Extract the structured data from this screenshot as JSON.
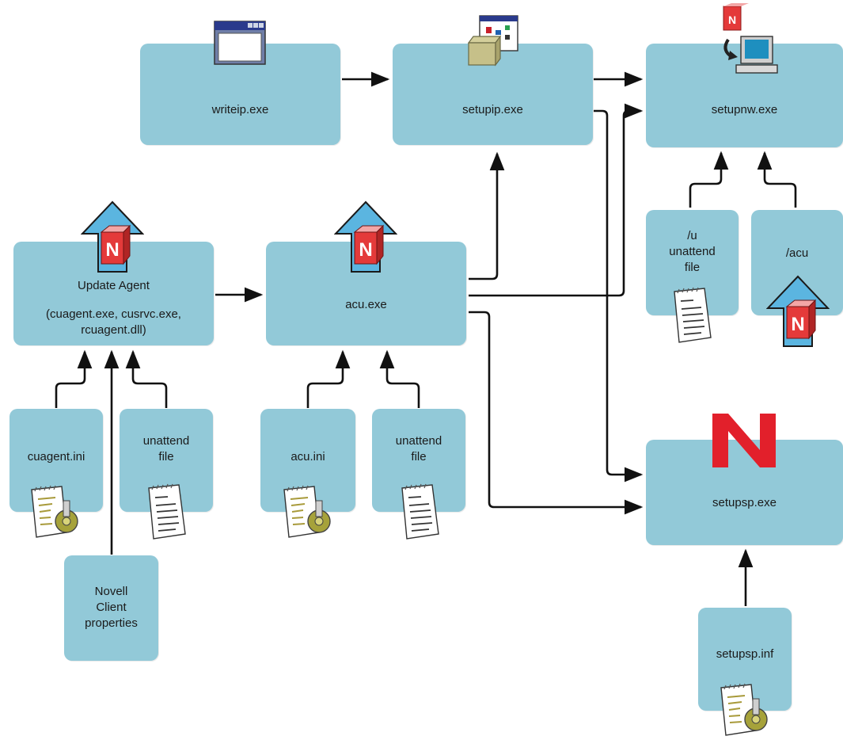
{
  "nodes": {
    "writeip": "writeip.exe",
    "setupip": "setupip.exe",
    "setupnw": "setupnw.exe",
    "update_agent_title": "Update Agent",
    "update_agent_files": "(cuagent.exe, cusrvc.exe,\nrcuagent.dll)",
    "acu": "acu.exe",
    "u_unattend": "/u\nunattend\nfile",
    "acu_switch": "/acu",
    "cuagent_ini": "cuagent.ini",
    "unattend_file_1": "unattend\nfile",
    "acu_ini": "acu.ini",
    "unattend_file_2": "unattend\nfile",
    "novell_client": "Novell\nClient\nproperties",
    "setupsp": "setupsp.exe",
    "setupsp_inf": "setupsp.inf"
  },
  "colors": {
    "node_fill": "#92c9d8",
    "arrow": "#111111",
    "novell_red": "#e2202b",
    "upload_blue": "#5bb5e0"
  },
  "icons": {
    "window": "window-icon",
    "installer": "installer-box-icon",
    "computer": "computer-icon",
    "upload": "upload-arrow-n-icon",
    "config_doc": "config-document-gear-icon",
    "text_doc": "text-document-icon",
    "novell_logo": "novell-n-logo"
  }
}
